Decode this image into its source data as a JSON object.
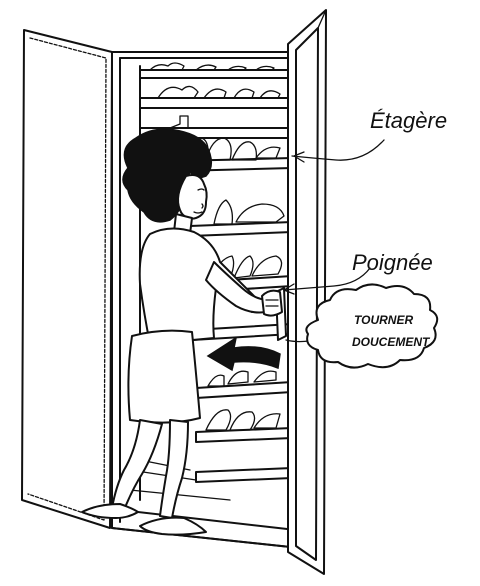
{
  "labels": {
    "shelf": "Étagère",
    "handle": "Poignée"
  },
  "callout": {
    "line1": "TOURNER",
    "line2": "DOUCEMENT"
  }
}
